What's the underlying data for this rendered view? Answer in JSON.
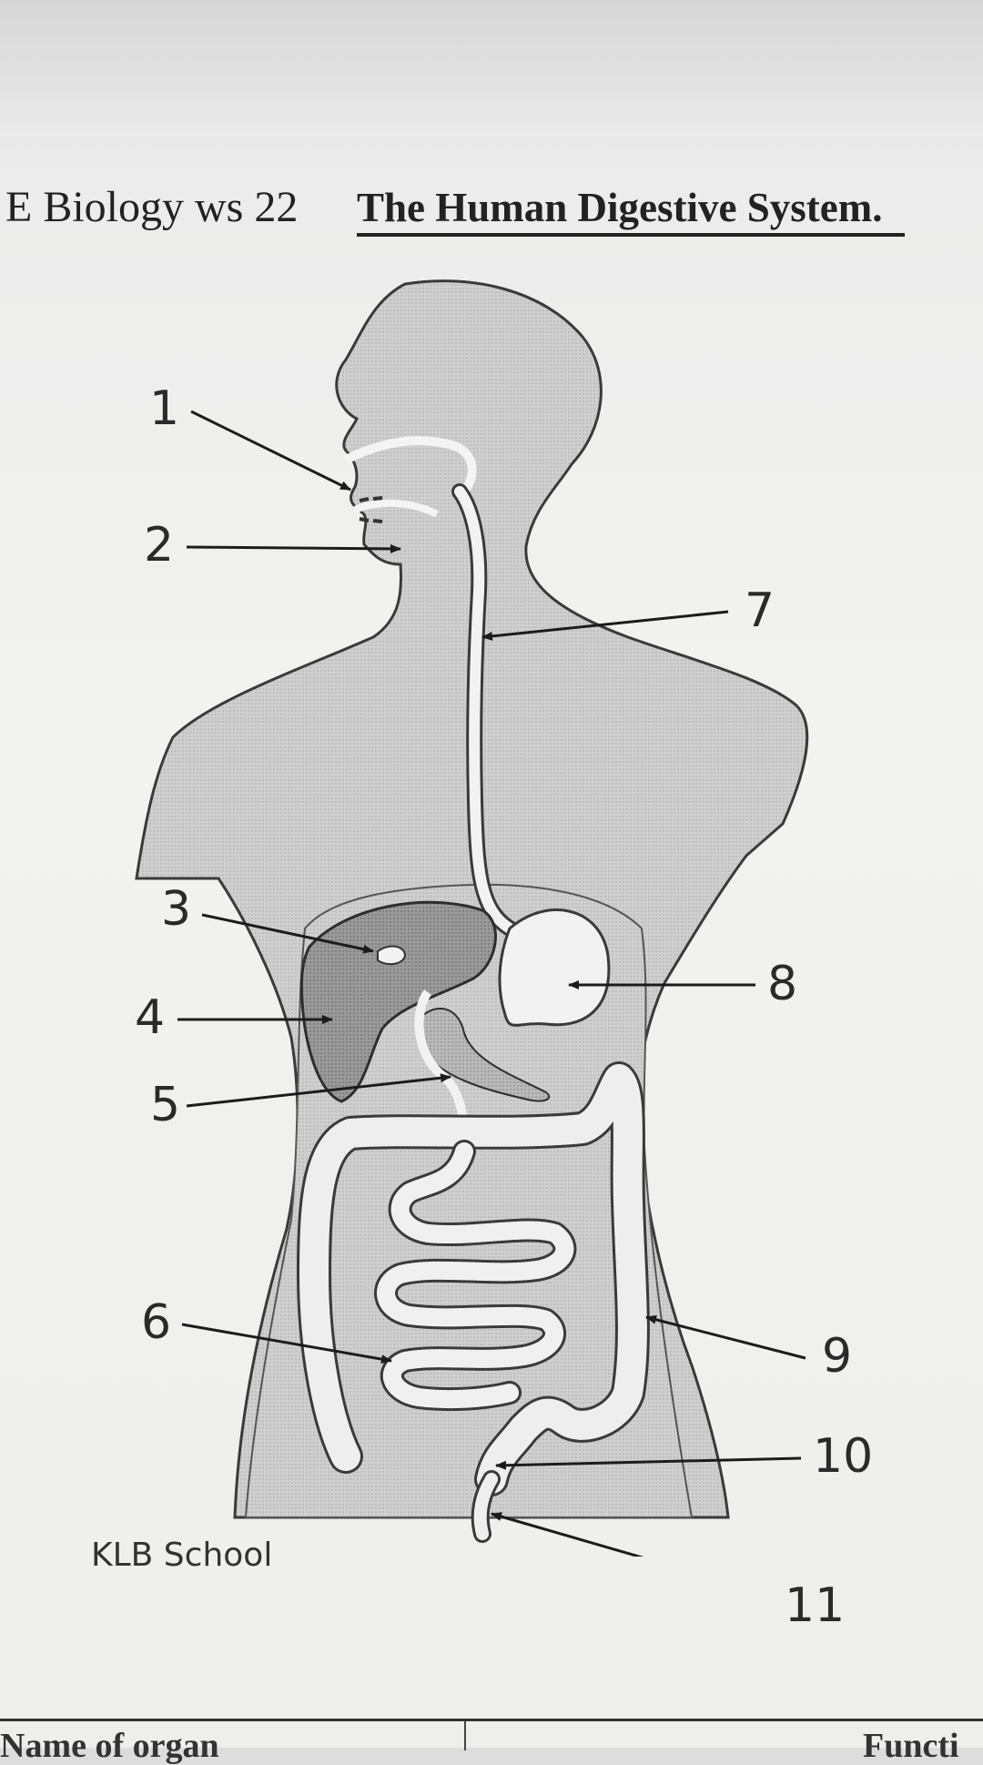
{
  "header": {
    "prefix": "E Biology ws 22",
    "title": "The Human Digestive System."
  },
  "diagram": {
    "labels": [
      "1",
      "2",
      "3",
      "4",
      "5",
      "6",
      "7",
      "8",
      "9",
      "10",
      "11"
    ],
    "credit": "KLB School"
  },
  "table": {
    "col1_header": "Name of organ",
    "col2_header": "Functi"
  }
}
